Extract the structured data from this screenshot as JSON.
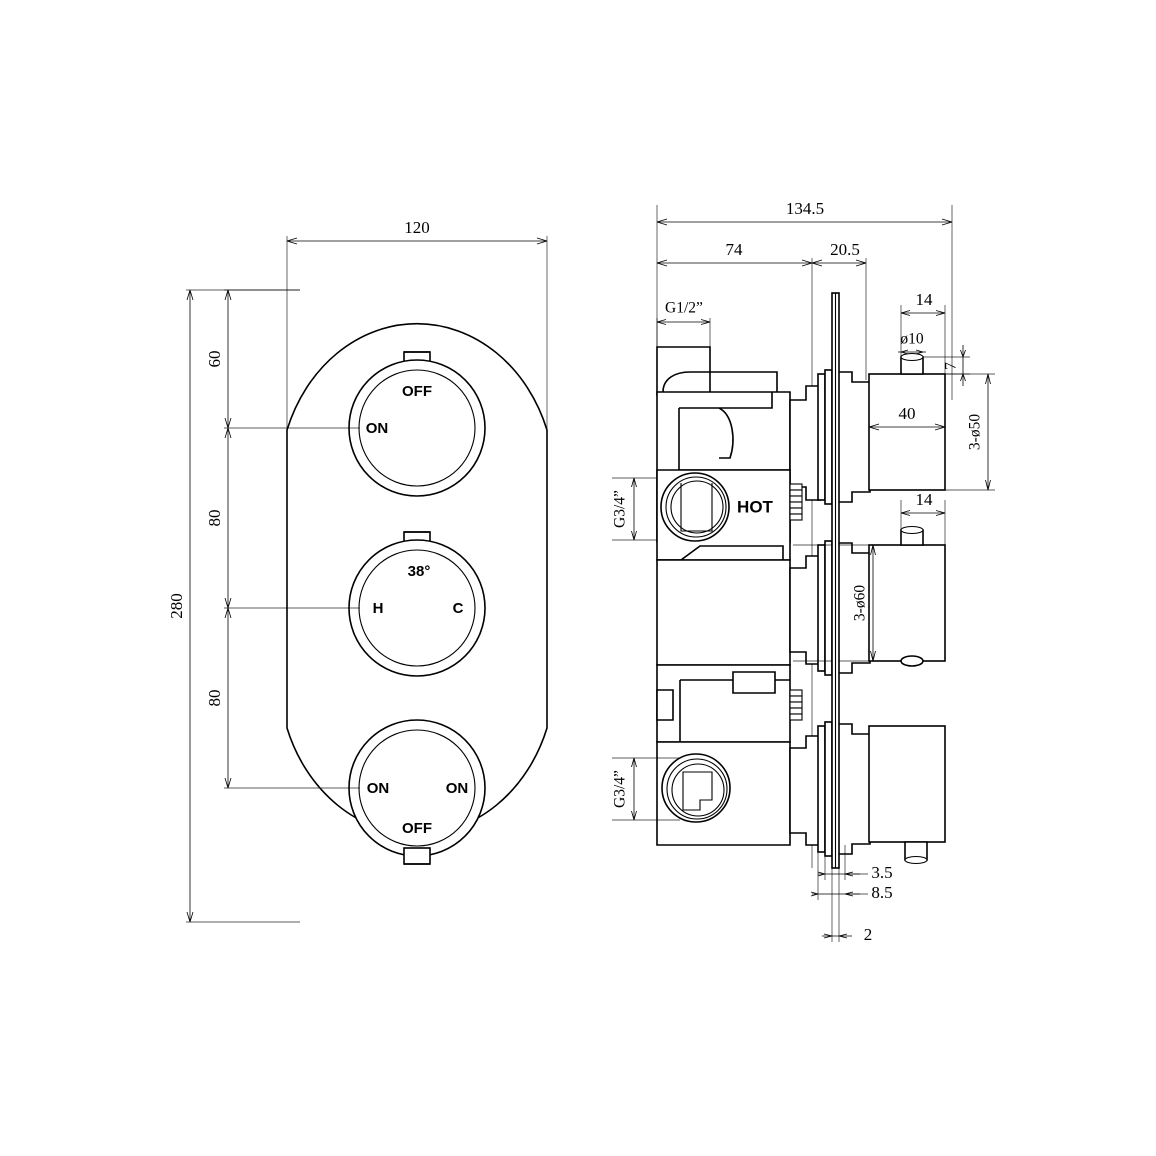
{
  "drawing": {
    "title": "Concealed Thermostatic Shower Valve - Technical Drawing",
    "units": "mm",
    "line_color": "#000000",
    "background": "#ffffff"
  },
  "front_view": {
    "name": "front-view",
    "plate": {
      "width_label": "120",
      "height_label": "280"
    },
    "vertical_dimensions": [
      {
        "label": "60"
      },
      {
        "label": "80"
      },
      {
        "label": "80"
      }
    ],
    "knobs": [
      {
        "name": "flow-control-knob-top",
        "labels": {
          "top": "OFF",
          "left": "ON",
          "right": "",
          "bottom": ""
        }
      },
      {
        "name": "thermostatic-temperature-knob",
        "labels": {
          "top": "38°",
          "left": "H",
          "right": "C",
          "bottom": ""
        }
      },
      {
        "name": "diverter-knob-bottom",
        "labels": {
          "top": "",
          "left": "ON",
          "right": "ON",
          "bottom": "OFF"
        }
      }
    ]
  },
  "side_view": {
    "name": "side-view",
    "overall_depth": "134.5",
    "dimensions": {
      "body_depth": "74",
      "plate_offset": "20.5",
      "cartridge_depth_top": "40",
      "handle_depth_top": "14",
      "handle_depth_middle": "14",
      "spindle_diameter": "ø10",
      "spindle_height": "7",
      "plate_thickness_a": "3.5",
      "plate_thickness_b": "8.5",
      "plate_thickness_c": "2"
    },
    "thread_labels": {
      "inlet_top": "G1/2”",
      "inlet_middle": "G3/4”",
      "inlet_bottom": "G3/4”"
    },
    "hole_callouts": {
      "top": "3-ø50",
      "middle": "3-ø60"
    },
    "body_marking": "HOT"
  }
}
